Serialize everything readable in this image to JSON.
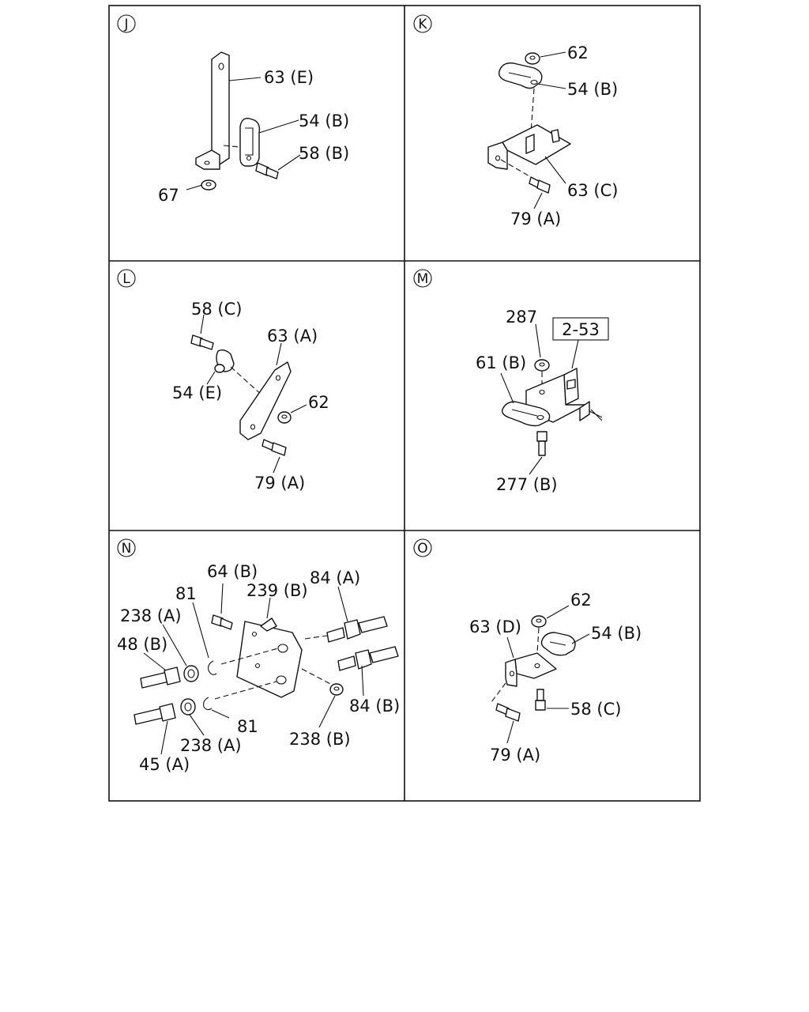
{
  "panels": [
    {
      "id": "J",
      "labels": [
        "63 (E)",
        "54 (B)",
        "58 (B)",
        "67"
      ]
    },
    {
      "id": "K",
      "labels": [
        "62",
        "54 (B)",
        "63 (C)",
        "79 (A)"
      ]
    },
    {
      "id": "L",
      "labels": [
        "58 (C)",
        "63 (A)",
        "54 (E)",
        "62",
        "79 (A)"
      ]
    },
    {
      "id": "M",
      "labels": [
        "287",
        "2-53",
        "61 (B)",
        "277 (B)"
      ]
    },
    {
      "id": "N",
      "labels": [
        "64 (B)",
        "239 (B)",
        "84 (A)",
        "81",
        "238 (A)",
        "48 (B)",
        "84 (B)",
        "81",
        "238 (A)",
        "238 (B)",
        "45 (A)"
      ]
    },
    {
      "id": "O",
      "labels": [
        "62",
        "63 (D)",
        "54 (B)",
        "58 (C)",
        "79 (A)"
      ]
    }
  ]
}
